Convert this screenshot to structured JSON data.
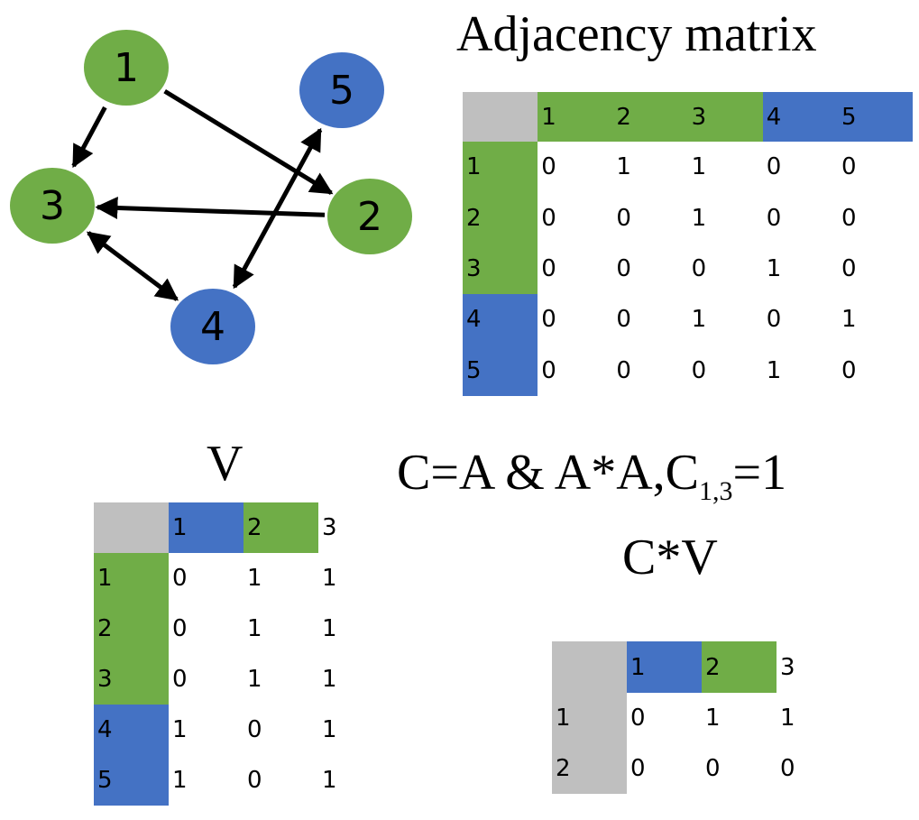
{
  "colors": {
    "green": "#70ad47",
    "blue": "#4472c4",
    "gray": "#bfbfbf"
  },
  "graph": {
    "nodes": [
      {
        "id": "1",
        "color": "green"
      },
      {
        "id": "2",
        "color": "green"
      },
      {
        "id": "3",
        "color": "green"
      },
      {
        "id": "4",
        "color": "blue"
      },
      {
        "id": "5",
        "color": "blue"
      }
    ],
    "edges": [
      {
        "from": "1",
        "to": "3",
        "bidirectional": false
      },
      {
        "from": "1",
        "to": "2",
        "bidirectional": false
      },
      {
        "from": "2",
        "to": "3",
        "bidirectional": false
      },
      {
        "from": "3",
        "to": "4",
        "bidirectional": true
      },
      {
        "from": "4",
        "to": "5",
        "bidirectional": true
      }
    ]
  },
  "adjacency": {
    "title": "Adjacency matrix",
    "col_headers": [
      {
        "label": "1",
        "color": "green"
      },
      {
        "label": "2",
        "color": "green"
      },
      {
        "label": "3",
        "color": "green"
      },
      {
        "label": "4",
        "color": "blue"
      },
      {
        "label": "5",
        "color": "blue"
      }
    ],
    "row_headers": [
      {
        "label": "1",
        "color": "green"
      },
      {
        "label": "2",
        "color": "green"
      },
      {
        "label": "3",
        "color": "green"
      },
      {
        "label": "4",
        "color": "blue"
      },
      {
        "label": "5",
        "color": "blue"
      }
    ],
    "values": [
      [
        "0",
        "1",
        "1",
        "0",
        "0"
      ],
      [
        "0",
        "0",
        "1",
        "0",
        "0"
      ],
      [
        "0",
        "0",
        "0",
        "1",
        "0"
      ],
      [
        "0",
        "0",
        "1",
        "0",
        "1"
      ],
      [
        "0",
        "0",
        "0",
        "1",
        "0"
      ]
    ]
  },
  "v_matrix": {
    "title": "V",
    "col_headers": [
      {
        "label": "1",
        "color": "blue"
      },
      {
        "label": "2",
        "color": "green"
      },
      {
        "label": "3",
        "color": "none"
      }
    ],
    "row_headers": [
      {
        "label": "1",
        "color": "green"
      },
      {
        "label": "2",
        "color": "green"
      },
      {
        "label": "3",
        "color": "green"
      },
      {
        "label": "4",
        "color": "blue"
      },
      {
        "label": "5",
        "color": "blue"
      }
    ],
    "values": [
      [
        "0",
        "1",
        "1"
      ],
      [
        "0",
        "1",
        "1"
      ],
      [
        "0",
        "1",
        "1"
      ],
      [
        "1",
        "0",
        "1"
      ],
      [
        "1",
        "0",
        "1"
      ]
    ]
  },
  "formula": {
    "main": "C=A & A*A,C",
    "subscript": "1,3",
    "tail": "=1"
  },
  "cv_title": "C*V",
  "cv_matrix": {
    "col_headers": [
      {
        "label": "1",
        "color": "blue"
      },
      {
        "label": "2",
        "color": "green"
      },
      {
        "label": "3",
        "color": "none"
      }
    ],
    "row_headers": [
      {
        "label": "1",
        "color": "gray"
      },
      {
        "label": "2",
        "color": "gray"
      }
    ],
    "values": [
      [
        "0",
        "1",
        "1"
      ],
      [
        "0",
        "0",
        "0"
      ]
    ]
  }
}
